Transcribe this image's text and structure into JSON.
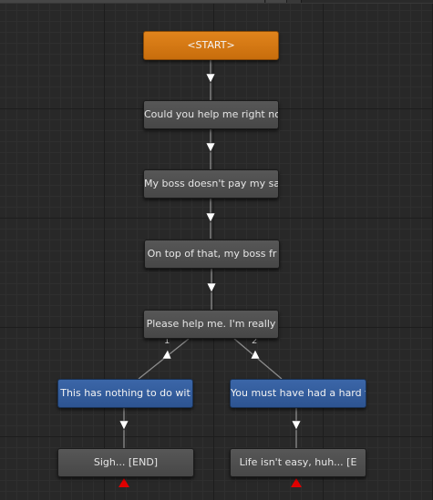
{
  "nodes": {
    "start": "<START>",
    "n1": "Could you help me right no",
    "n2": "My boss doesn't pay my sal",
    "n3": "On top of that, my boss fr",
    "n4": "Please help me. I'm really",
    "choice_a": "This has nothing to do wit",
    "choice_b": "You must have had a hard t",
    "end_a": "Sigh... [END]",
    "end_b": "Life isn't easy, huh... [E"
  },
  "branch_labels": {
    "a": "1",
    "b": "2"
  },
  "colors": {
    "start_node": "#d67a14",
    "dialog_node": "#4f4f4f",
    "choice_node": "#3460a0",
    "end_marker": "#e00000",
    "connector_arrow": "#ffffff"
  }
}
